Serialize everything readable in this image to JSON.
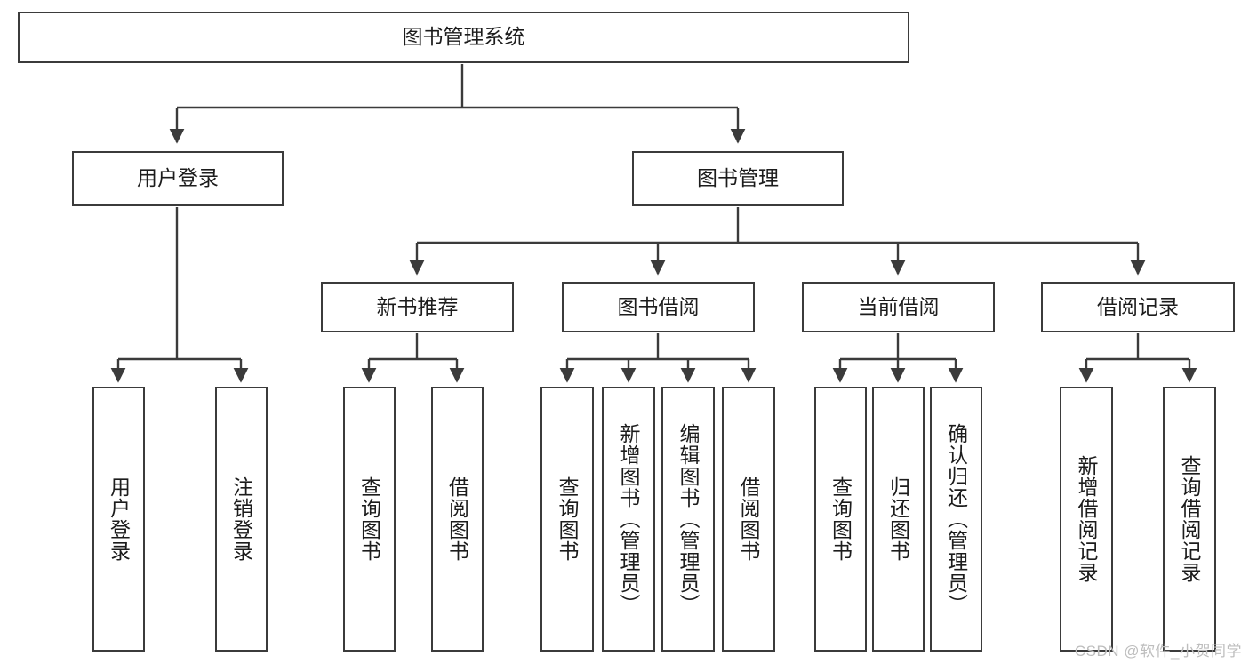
{
  "diagram": {
    "type": "tree-hierarchy-flowchart",
    "title": "图书管理系统",
    "style": {
      "box_border_color": "#3b3b3b",
      "box_fill_color": "#ffffff",
      "connector_color": "#3b3b3b",
      "text_color": "#1c1c1c",
      "background_color": "#ffffff",
      "watermark_color": "#bdbdbd"
    },
    "nodes": {
      "root": {
        "label": "图书管理系统",
        "level": 1,
        "orientation": "horizontal"
      },
      "level2": [
        {
          "id": "user-login",
          "label": "用户登录",
          "orientation": "horizontal"
        },
        {
          "id": "book-management",
          "label": "图书管理",
          "orientation": "horizontal"
        }
      ],
      "level3": [
        {
          "id": "new-book-recommend",
          "label": "新书推荐",
          "orientation": "horizontal",
          "parent": "book-management"
        },
        {
          "id": "book-borrow",
          "label": "图书借阅",
          "orientation": "horizontal",
          "parent": "book-management"
        },
        {
          "id": "current-borrow",
          "label": "当前借阅",
          "orientation": "horizontal",
          "parent": "book-management"
        },
        {
          "id": "borrow-record",
          "label": "借阅记录",
          "orientation": "horizontal",
          "parent": "book-management"
        }
      ],
      "leaves": [
        {
          "id": "leaf-user-login",
          "label": "用户登录",
          "parent": "user-login",
          "orientation": "vertical"
        },
        {
          "id": "leaf-logout",
          "label": "注销登录",
          "parent": "user-login",
          "orientation": "vertical"
        },
        {
          "id": "leaf-query-book-1",
          "label": "查询图书",
          "parent": "new-book-recommend",
          "orientation": "vertical"
        },
        {
          "id": "leaf-borrow-book-1",
          "label": "借阅图书",
          "parent": "new-book-recommend",
          "orientation": "vertical"
        },
        {
          "id": "leaf-query-book-2",
          "label": "查询图书",
          "parent": "book-borrow",
          "orientation": "vertical"
        },
        {
          "id": "leaf-add-book",
          "label": "新增图书（管理员）",
          "parent": "book-borrow",
          "orientation": "vertical"
        },
        {
          "id": "leaf-edit-book",
          "label": "编辑图书（管理员）",
          "parent": "book-borrow",
          "orientation": "vertical"
        },
        {
          "id": "leaf-borrow-book-2",
          "label": "借阅图书",
          "parent": "book-borrow",
          "orientation": "vertical"
        },
        {
          "id": "leaf-query-book-3",
          "label": "查询图书",
          "parent": "current-borrow",
          "orientation": "vertical"
        },
        {
          "id": "leaf-return-book",
          "label": "归还图书",
          "parent": "current-borrow",
          "orientation": "vertical"
        },
        {
          "id": "leaf-confirm-return",
          "label": "确认归还（管理员）",
          "parent": "current-borrow",
          "orientation": "vertical"
        },
        {
          "id": "leaf-add-record",
          "label": "新增借阅记录",
          "parent": "borrow-record",
          "orientation": "vertical"
        },
        {
          "id": "leaf-query-record",
          "label": "查询借阅记录",
          "parent": "borrow-record",
          "orientation": "vertical"
        }
      ]
    }
  },
  "watermark": {
    "text": "CSDN @软件_小贺同学"
  }
}
